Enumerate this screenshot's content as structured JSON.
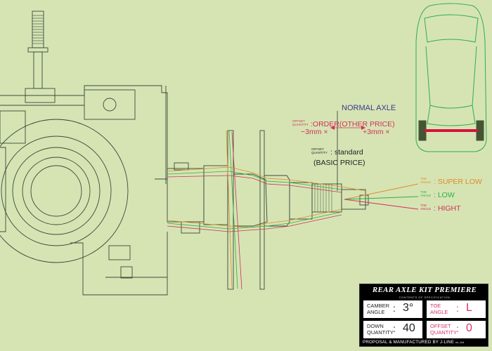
{
  "labels": {
    "normal_axle": "NORMAL AXLE",
    "offset_small": "OFFSET",
    "quantity_small": "QUANTITY",
    "order": ":ORDER(OTHER PRICE)",
    "minus": "−3mm ×",
    "plus": "+3mm ×",
    "standard": ": standard",
    "basic_price": "(BASIC PRICE)",
    "toe_small": "TOE",
    "angle_small": "ANGLE",
    "super_low": ": SUPER LOW",
    "low": ": LOW",
    "hight": ": HIGHT"
  },
  "colors": {
    "background": "#d6e4b4",
    "line": "#3a4a3a",
    "normal_axle": "#3a3a8a",
    "order": "#d1305a",
    "super_low": "#e08a2a",
    "low": "#2fae4a",
    "hight": "#d1305a",
    "car_outline": "#2fae4a",
    "car_axle": "#d6133b"
  },
  "panel": {
    "title": "REAR AXLE KIT PREMIERE",
    "subtitle": "CONTENTS OF SPECIFICATION",
    "camber_label": "CAMBER ANGLE",
    "camber_value": "3°",
    "toe_label": "TOE ANGLE",
    "toe_value": "L",
    "down_label": "DOWN QUANTITY",
    "down_value": "40",
    "offset_label": "OFFSET QUANTITY",
    "offset_value": "0",
    "footer": "PROPOSAL & MANUFACTURED BY J-LINE",
    "footer_suffix": "co.,ltd"
  }
}
